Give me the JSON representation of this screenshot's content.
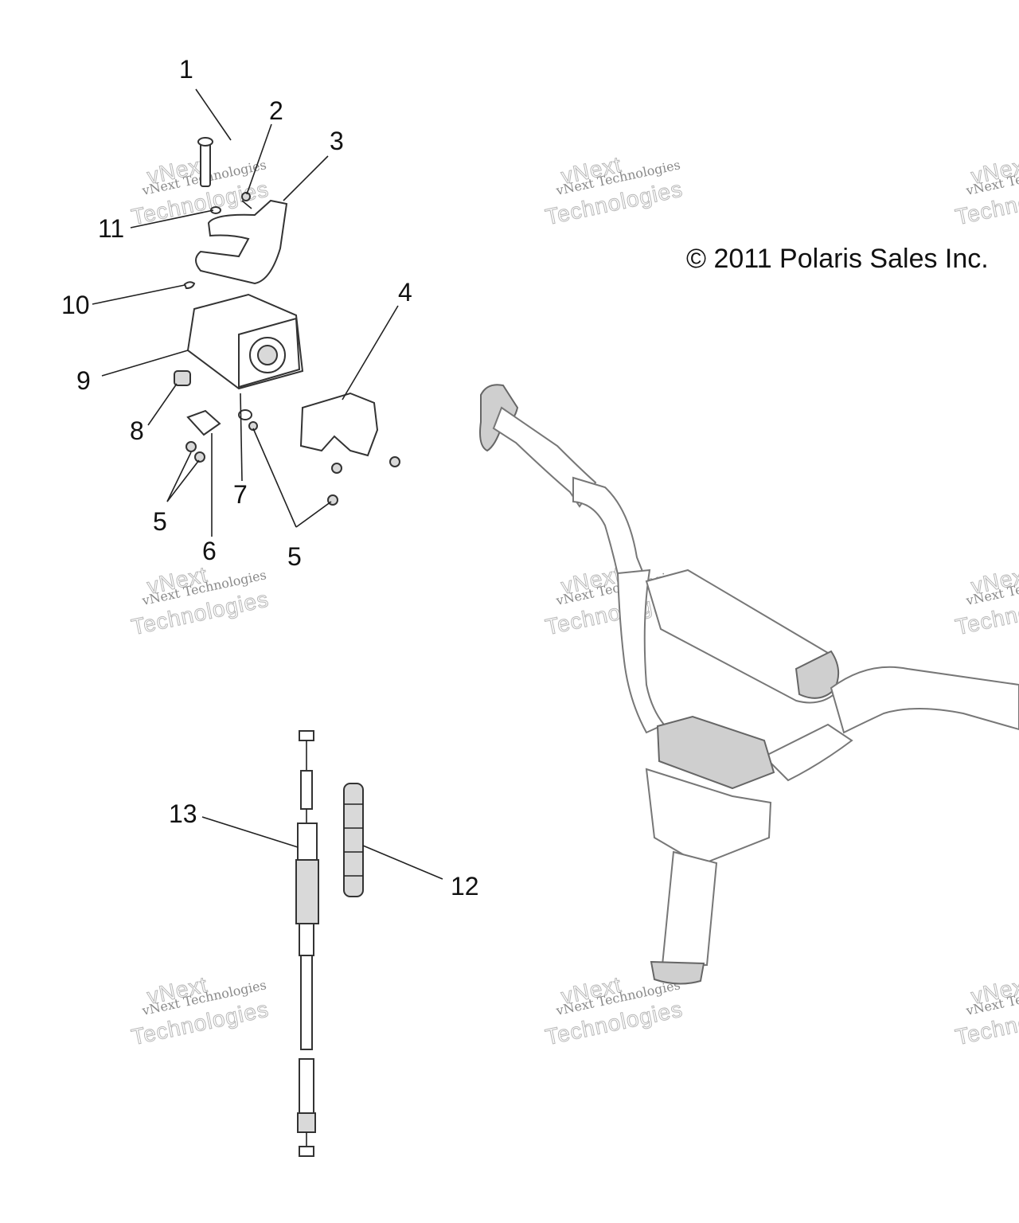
{
  "copyright": "© 2011 Polaris Sales Inc.",
  "watermark": {
    "line1": "vNext Technologies",
    "line2": "Technologies",
    "top": "vNext"
  },
  "callouts": [
    "1",
    "2",
    "3",
    "4",
    "5",
    "5",
    "6",
    "7",
    "8",
    "9",
    "10",
    "11",
    "12",
    "13"
  ]
}
